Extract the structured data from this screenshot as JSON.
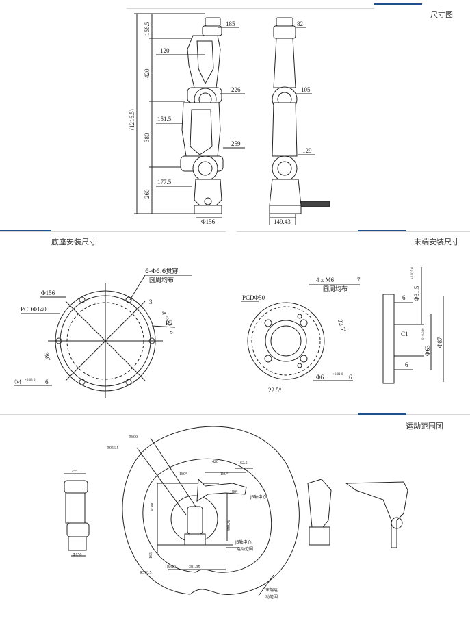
{
  "sections": {
    "dimensions": "尺寸图",
    "base_mount": "底座安装尺寸",
    "end_mount": "末端安装尺寸",
    "motion_range": "运动范围图"
  },
  "side_view": {
    "overall_height": "(1216.5)",
    "seg_top": "156.5",
    "seg_upper": "420",
    "seg_lower": "380",
    "seg_base": "260",
    "top_offset": "185",
    "upper_offset": "120",
    "elbow_right": "226",
    "elbow_left": "151.5",
    "wrist_right": "259",
    "wrist_left": "177.5",
    "base_dia": "Φ156"
  },
  "front_view": {
    "top_width": "82",
    "mid_width": "105",
    "low_width": "129",
    "base_width": "149.43"
  },
  "base_drawing": {
    "holes_note": "6-Φ6.6贯穿",
    "holes_sub": "圆周均布",
    "outer_dia": "Φ156",
    "pcd": "PCDΦ140",
    "angle": "30°",
    "radius": "R2",
    "pin_depth": "4",
    "pin_tol": "+0.03 0",
    "pin_depth2": "6",
    "pin_note": "Φ4",
    "pin_tol_b": "+0.03 0",
    "pin_depth_b": "6",
    "angle_small": "3"
  },
  "end_drawing": {
    "pcd": "PCDΦ50",
    "thread_note": "4 x  M6",
    "thread_depth": "7",
    "thread_sub": "圆周均布",
    "angle_a": "22.5°",
    "angle_b": "22.5°",
    "pin": "Φ6",
    "pin_tol": "+0.01 0",
    "pin_depth": "6",
    "flange_top": "6",
    "flange_bot": "6",
    "dia_small": "Φ31.5",
    "dia_small_tol": "+0.025 0",
    "dia_mid": "Φ63",
    "dia_mid_tol": "0 -0.030",
    "dia_big": "Φ87",
    "chamfer": "C1"
  },
  "motion": {
    "r800": "R800",
    "r956": "R956.5",
    "d255": "255",
    "d420": "420",
    "d162": "162.5",
    "j5_center": "J5轴中心",
    "j5_range_a": "J5轴中心",
    "j5_range_b": "运动范围",
    "end_range_a": "末端运",
    "end_range_b": "动范围",
    "r380": "R380",
    "d490": "490.76",
    "d381": "381.35",
    "r420": "R420",
    "r576": "R576.5",
    "d165": "165",
    "d156": "Φ156",
    "angle_a": "180°",
    "angle_b": "180°",
    "angle_c": "180°"
  },
  "colors": {
    "accent": "#1f4f8f",
    "rule": "#d6d6d6",
    "line": "#222222"
  }
}
